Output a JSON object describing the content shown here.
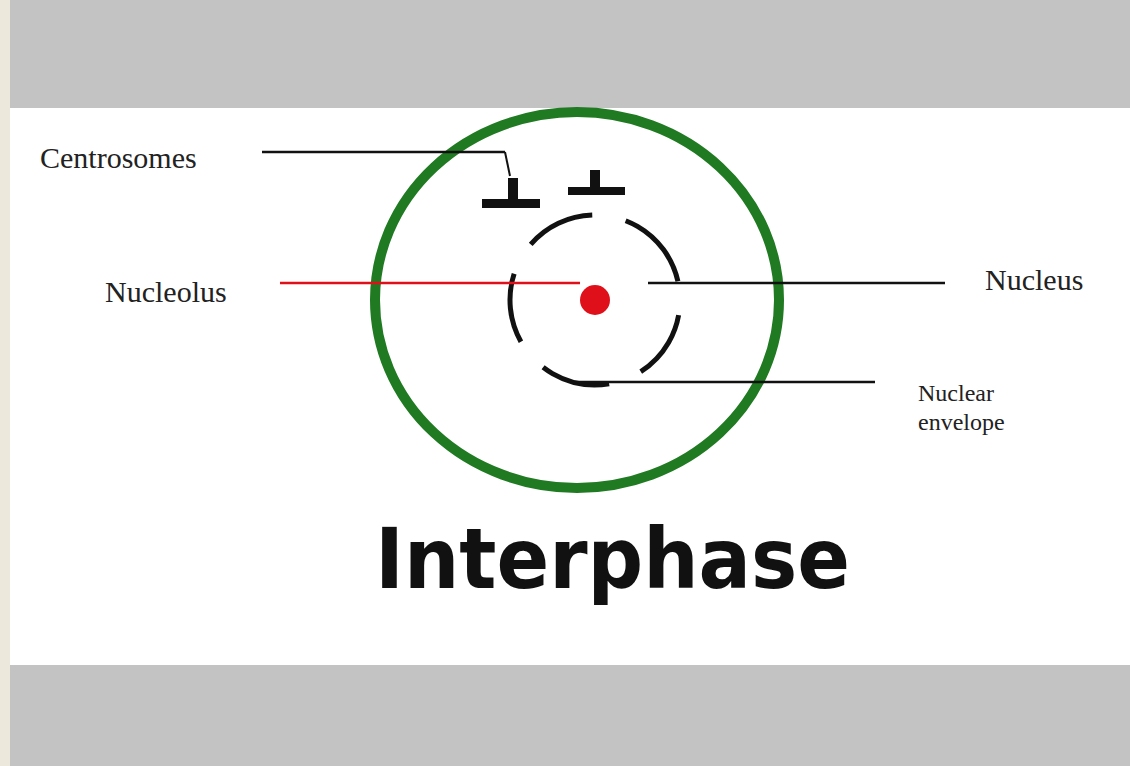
{
  "diagram": {
    "title": "Interphase",
    "labels": [
      "Centrosomes",
      "Nucleolus",
      "Nucleus",
      "Nuclear envelope"
    ]
  }
}
